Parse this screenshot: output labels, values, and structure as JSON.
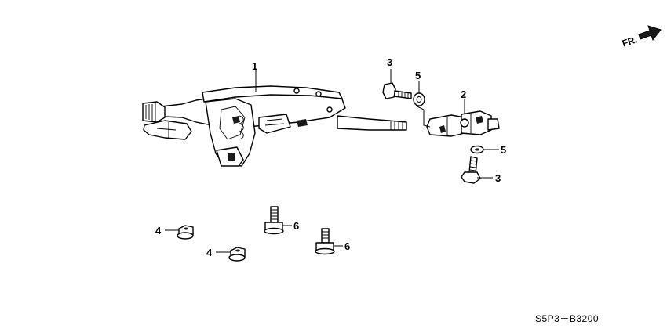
{
  "parts": [
    {
      "callout": "1",
      "name": "steering column"
    },
    {
      "callout": "2",
      "name": "joint"
    },
    {
      "callout": "3",
      "name": "bolt"
    },
    {
      "callout": "4",
      "name": "nut"
    },
    {
      "callout": "5",
      "name": "washer"
    },
    {
      "callout": "6",
      "name": "bolt"
    }
  ],
  "labels": {
    "c1": "1",
    "c2": "2",
    "c3a": "3",
    "c3b": "3",
    "c4a": "4",
    "c4b": "4",
    "c5a": "5",
    "c5b": "5",
    "c6a": "6",
    "c6b": "6"
  },
  "front_arrow": "FR.",
  "diagram_code": "S5P3－B3200"
}
